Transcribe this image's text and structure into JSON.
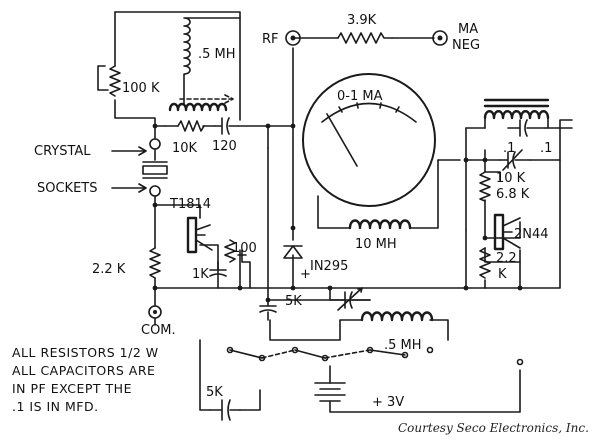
{
  "labels": {
    "rf": "RF",
    "r_39k": "3.9K",
    "ma_neg_1": "MA",
    "ma_neg_2": "NEG",
    "l_5mh_top": ".5 MH",
    "r_100k": "100 K",
    "crystal": "CRYSTAL",
    "sockets": "SOCKETS",
    "r_10k_left": "10K",
    "c_120": "120",
    "meter": "0-1 MA",
    "t1814": "T1814",
    "r_100": "100",
    "r_22k_left": "2.2 K",
    "r_1k": "1K",
    "diode": "IN295",
    "l_10mh": "10 MH",
    "r_5k_mid": "5K",
    "com": "COM.",
    "l_5mh_bottom": ".5 MH",
    "r_5k_bottom": "5K",
    "battery": "+ 3V",
    "c_01_a": ".1",
    "c_01_b": ".1",
    "r_10k_right": "10 K",
    "r_68k": "6.8 K",
    "t2n44": "2N44",
    "r_22k_right_1": "2.2",
    "r_22k_right_2": "K",
    "plus": "+"
  },
  "notes": [
    "ALL RESISTORS 1/2 W",
    "ALL CAPACITORS ARE",
    "IN PF  EXCEPT THE",
    ".1 IS IN MFD."
  ],
  "credit": "Courtesy Seco Electronics, Inc."
}
